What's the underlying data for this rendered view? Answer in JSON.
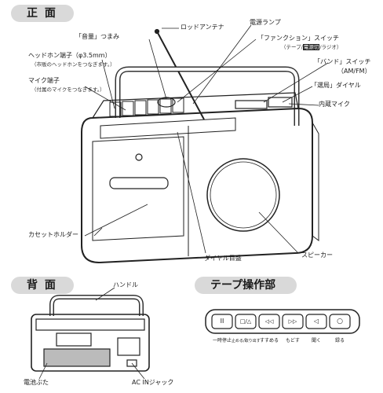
{
  "sections": {
    "front": "正 面",
    "back": "背 面",
    "tape": "テープ操作部"
  },
  "front_labels": {
    "rod_antenna": "ロッドアンテナ",
    "power_lamp": "電源ランプ",
    "volume_knob": "「音量」つまみ",
    "function_switch": "「ファンクション」スイッチ",
    "function_switch_sub_a": "（テープ/",
    "function_switch_sub_hl": "電源切",
    "function_switch_sub_b": "/ラジオ）",
    "headphone_jack": "ヘッドホン端子（φ3.5mm）",
    "headphone_jack_sub": "（市販のヘッドホンをつなぎます。）",
    "mic_jack": "マイク端子",
    "mic_jack_sub": "（付属のマイクをつなぎます。）",
    "band_switch": "「バンド」スイッチ",
    "band_switch_sub": "（AM/FM）",
    "tuning_dial": "「選局」ダイヤル",
    "built_in_mic": "内蔵マイク",
    "cassette_holder": "カセットホルダー",
    "dial_scale": "ダイヤル目盛",
    "speaker": "スピーカー"
  },
  "back_labels": {
    "handle": "ハンドル",
    "battery_cover": "電池ぶた",
    "ac_in_jack": "AC INジャック"
  },
  "tape_controls": [
    {
      "symbol": "II",
      "label": "一時停止"
    },
    {
      "symbol": "□/△",
      "label": "止める/取り出す"
    },
    {
      "symbol": "◁◁",
      "label": "すすめる"
    },
    {
      "symbol": "▷▷",
      "label": "もどす"
    },
    {
      "symbol": "◁",
      "label": "聞く"
    },
    {
      "symbol": "○",
      "label": "録る"
    }
  ]
}
